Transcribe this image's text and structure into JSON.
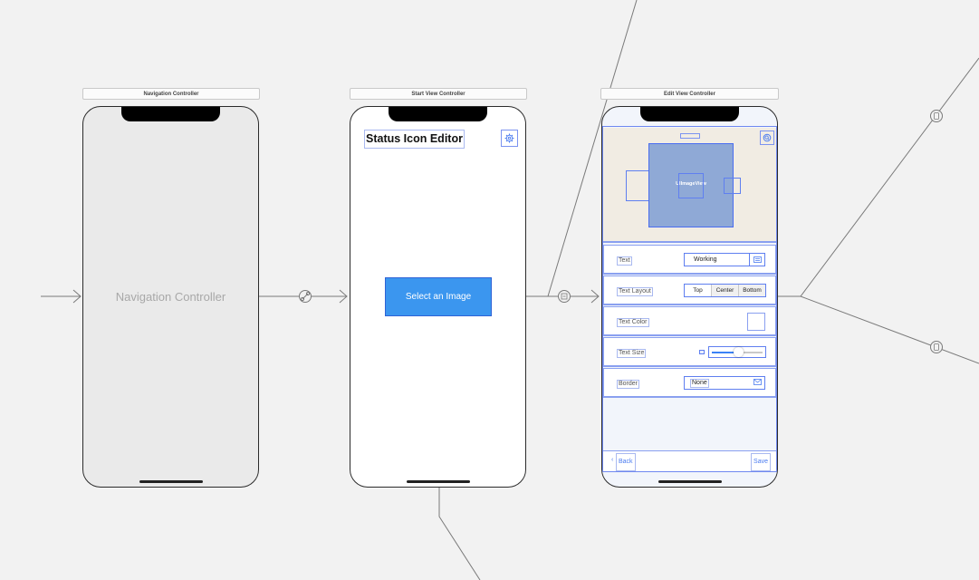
{
  "colors": {
    "canvas_background": "#f2f2f2",
    "segue_line": "#7a7a7a",
    "selection_outline": "#6f88f0",
    "button_blue": "#3b96ef",
    "preview_background": "#f1ece3",
    "image_view_fill": "#8fa9d6"
  },
  "scenes": {
    "navigation": {
      "title": "Navigation Controller",
      "label": "Navigation Controller"
    },
    "start": {
      "title": "Start View Controller",
      "nav_title": "Status Icon Editor",
      "settings_icon": "gear-icon",
      "select_button": "Select an Image"
    },
    "edit": {
      "title": "Edit View Controller",
      "zoom_icon": "magnifier-icon",
      "image_view_label": "UIImageView",
      "rows": {
        "text": {
          "label": "Text",
          "value": "Working",
          "icon": "keyboard-icon"
        },
        "layout": {
          "label": "Text Layout",
          "options": [
            "Top",
            "Center",
            "Bottom"
          ],
          "selected": "Top"
        },
        "color": {
          "label": "Text Color"
        },
        "size": {
          "label": "Text Size",
          "slider_value_fraction": 0.52
        },
        "border": {
          "label": "Border",
          "value": "None",
          "icon": "envelope-icon"
        }
      },
      "toolbar": {
        "back_chevron": "‹",
        "back": "Back",
        "save": "Save"
      }
    }
  },
  "segues": {
    "entry_icon": "arrow-icon",
    "relationship_icon": "link-icon",
    "show_icon": "segue-icon"
  }
}
